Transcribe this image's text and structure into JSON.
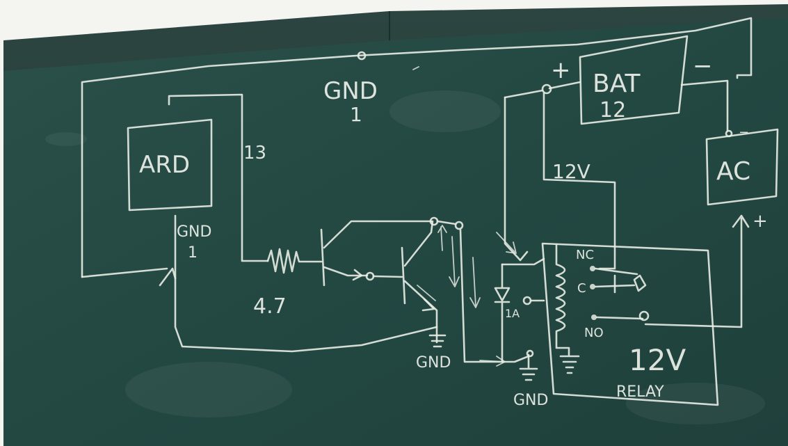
{
  "labels": {
    "gnd_top": "GND",
    "gnd_top_num": "1",
    "ard": "ARD",
    "pin13": "13",
    "gnd_ard": "GND",
    "gnd_ard_num": "1",
    "resistor": "4.7",
    "gnd_transistor": "GND",
    "plus": "+",
    "minus": "−",
    "bat": "BAT",
    "bat_num": "12",
    "v12": "12V",
    "ac": "AC",
    "ac_minus": "−",
    "ac_plus": "+",
    "nc": "NC",
    "c": "C",
    "no": "NO",
    "diode": "1A",
    "relay_v": "12V",
    "relay": "RELAY",
    "gnd_relay": "GND"
  },
  "colors": {
    "board": "#244a44",
    "frame": "#243c38",
    "chalk": "#e8ece4",
    "wall": "#f4f4f1"
  }
}
